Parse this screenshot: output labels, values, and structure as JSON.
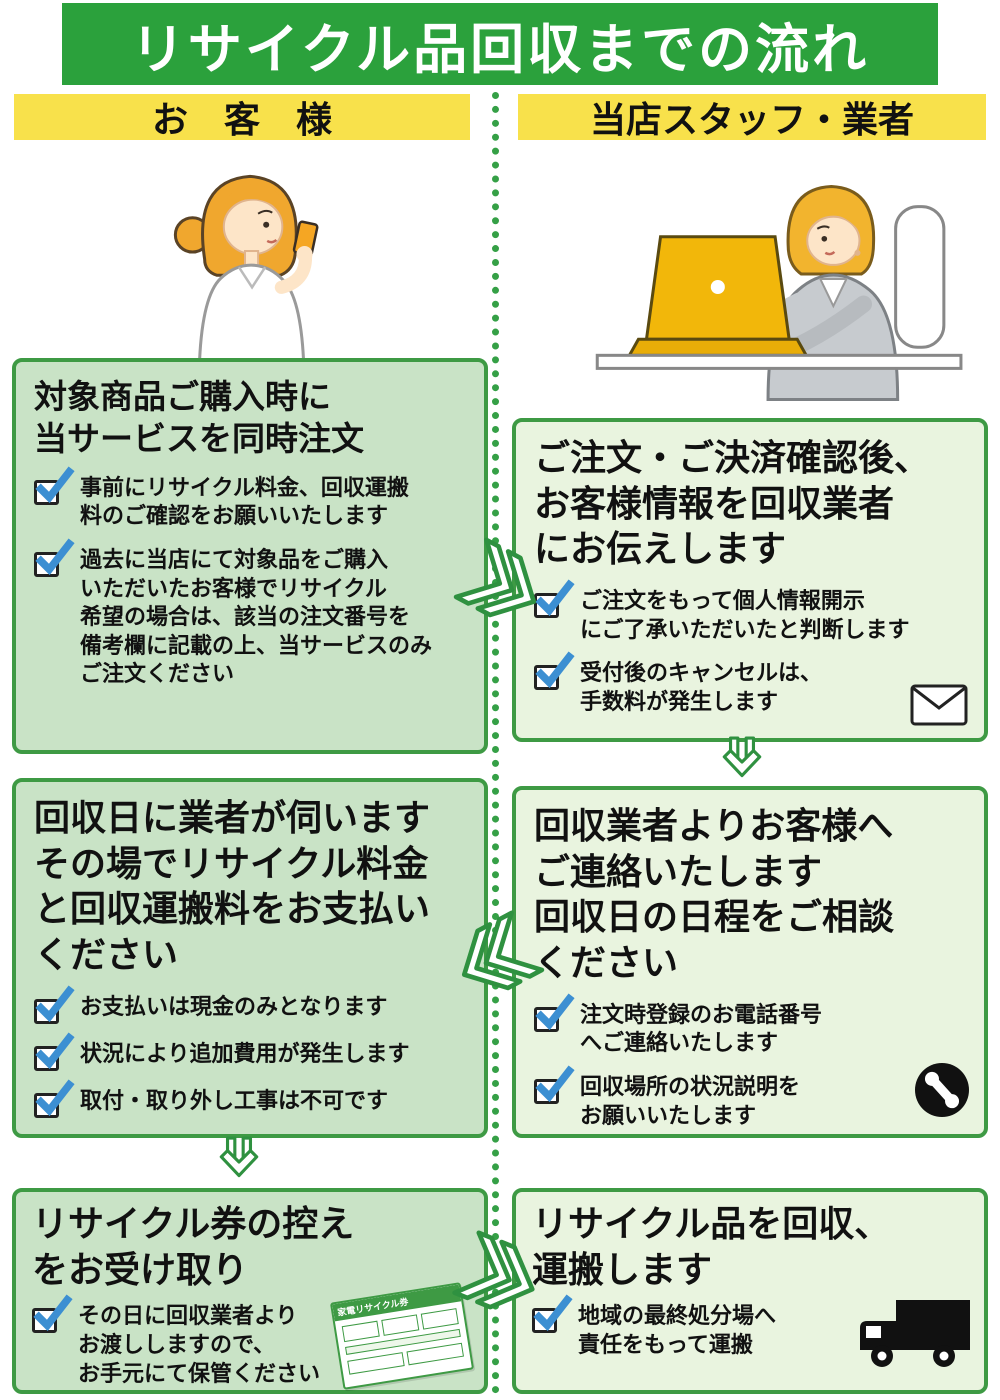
{
  "banner": {
    "title": "リサイクル品回収までの流れ"
  },
  "columns": {
    "customer": {
      "header": "お　客　様"
    },
    "staff": {
      "header": "当店スタッフ・業者"
    }
  },
  "customer_steps": [
    {
      "title": "対象商品ご購入時に\n当サービスを同時注文",
      "items": [
        "事前にリサイクル料金、回収運搬\n料のご確認をお願いいたします",
        "過去に当店にて対象品をご購入\nいただいたお客様でリサイクル\n希望の場合は、該当の注文番号を\n備考欄に記載の上、当サービスのみ\nご注文ください"
      ]
    },
    {
      "title": "回収日に業者が伺います\nその場でリサイクル料金\nと回収運搬料をお支払い\nください",
      "items": [
        "お支払いは現金のみとなります",
        "状況により追加費用が発生します",
        "取付・取り外し工事は不可です"
      ]
    },
    {
      "title": "リサイクル券の控え\nをお受け取り",
      "items": [
        "その日に回収業者より\nお渡ししますので、\nお手元にて保管ください"
      ],
      "ticket_label": "家電リサイクル券"
    }
  ],
  "staff_steps": [
    {
      "title": "ご注文・ご決済確認後、\nお客様情報を回収業者\nにお伝えします",
      "items": [
        "ご注文をもって個人情報開示\nにご了承いただいたと判断します",
        "受付後のキャンセルは、\n手数料が発生します"
      ]
    },
    {
      "title": "回収業者よりお客様へ\nご連絡いたします\n回収日の日程をご相談\nください",
      "items": [
        "注文時登録のお電話番号\nへご連絡いたします",
        "回収場所の状況説明を\nお願いいたします"
      ]
    },
    {
      "title": "リサイクル品を回収、\n運搬します",
      "items": [
        "地域の最終処分場へ\n責任をもって運搬"
      ]
    }
  ],
  "icons": {
    "check": "✓",
    "envelope": "✉",
    "phone": "✆",
    "truck": "🚚",
    "arrow_right": "≫",
    "arrow_down": "⇓"
  },
  "colors": {
    "banner_green": "#2ba13c",
    "header_yellow": "#f8e14b",
    "box_border_green": "#3e9a44",
    "customer_box_bg": "#c9e3c6",
    "staff_box_bg": "#e9f4df",
    "check_blue": "#3c8fd2",
    "arrow_green": "#2f9140"
  }
}
